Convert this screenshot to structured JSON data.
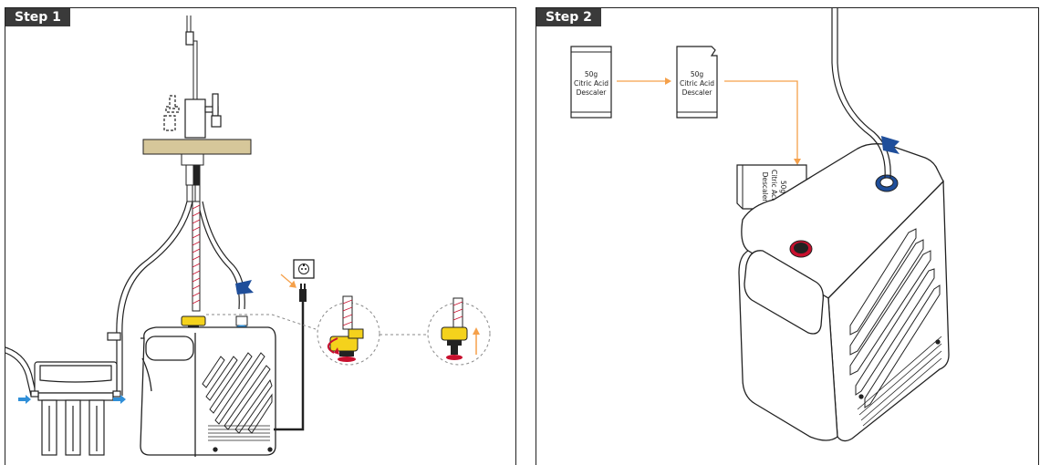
{
  "step1": {
    "label": "Step 1"
  },
  "step2": {
    "label": "Step 2",
    "packet": {
      "line1": "50g",
      "line2": "Citric Acid",
      "line3": "Descaler"
    }
  },
  "colors": {
    "accent_orange": "#f5a04a",
    "highlight_yellow": "#f4d21c",
    "seal_red": "#c8102e",
    "flow_arrow_blue": "#2f8fd8",
    "flag_blue": "#1f4e9a",
    "counter_wood": "#d6c79a",
    "label_background": "#3a3a3a"
  },
  "icons": [
    "power-outlet-icon",
    "power-plug-icon",
    "flow-arrow-icon",
    "tag-flag-icon"
  ]
}
